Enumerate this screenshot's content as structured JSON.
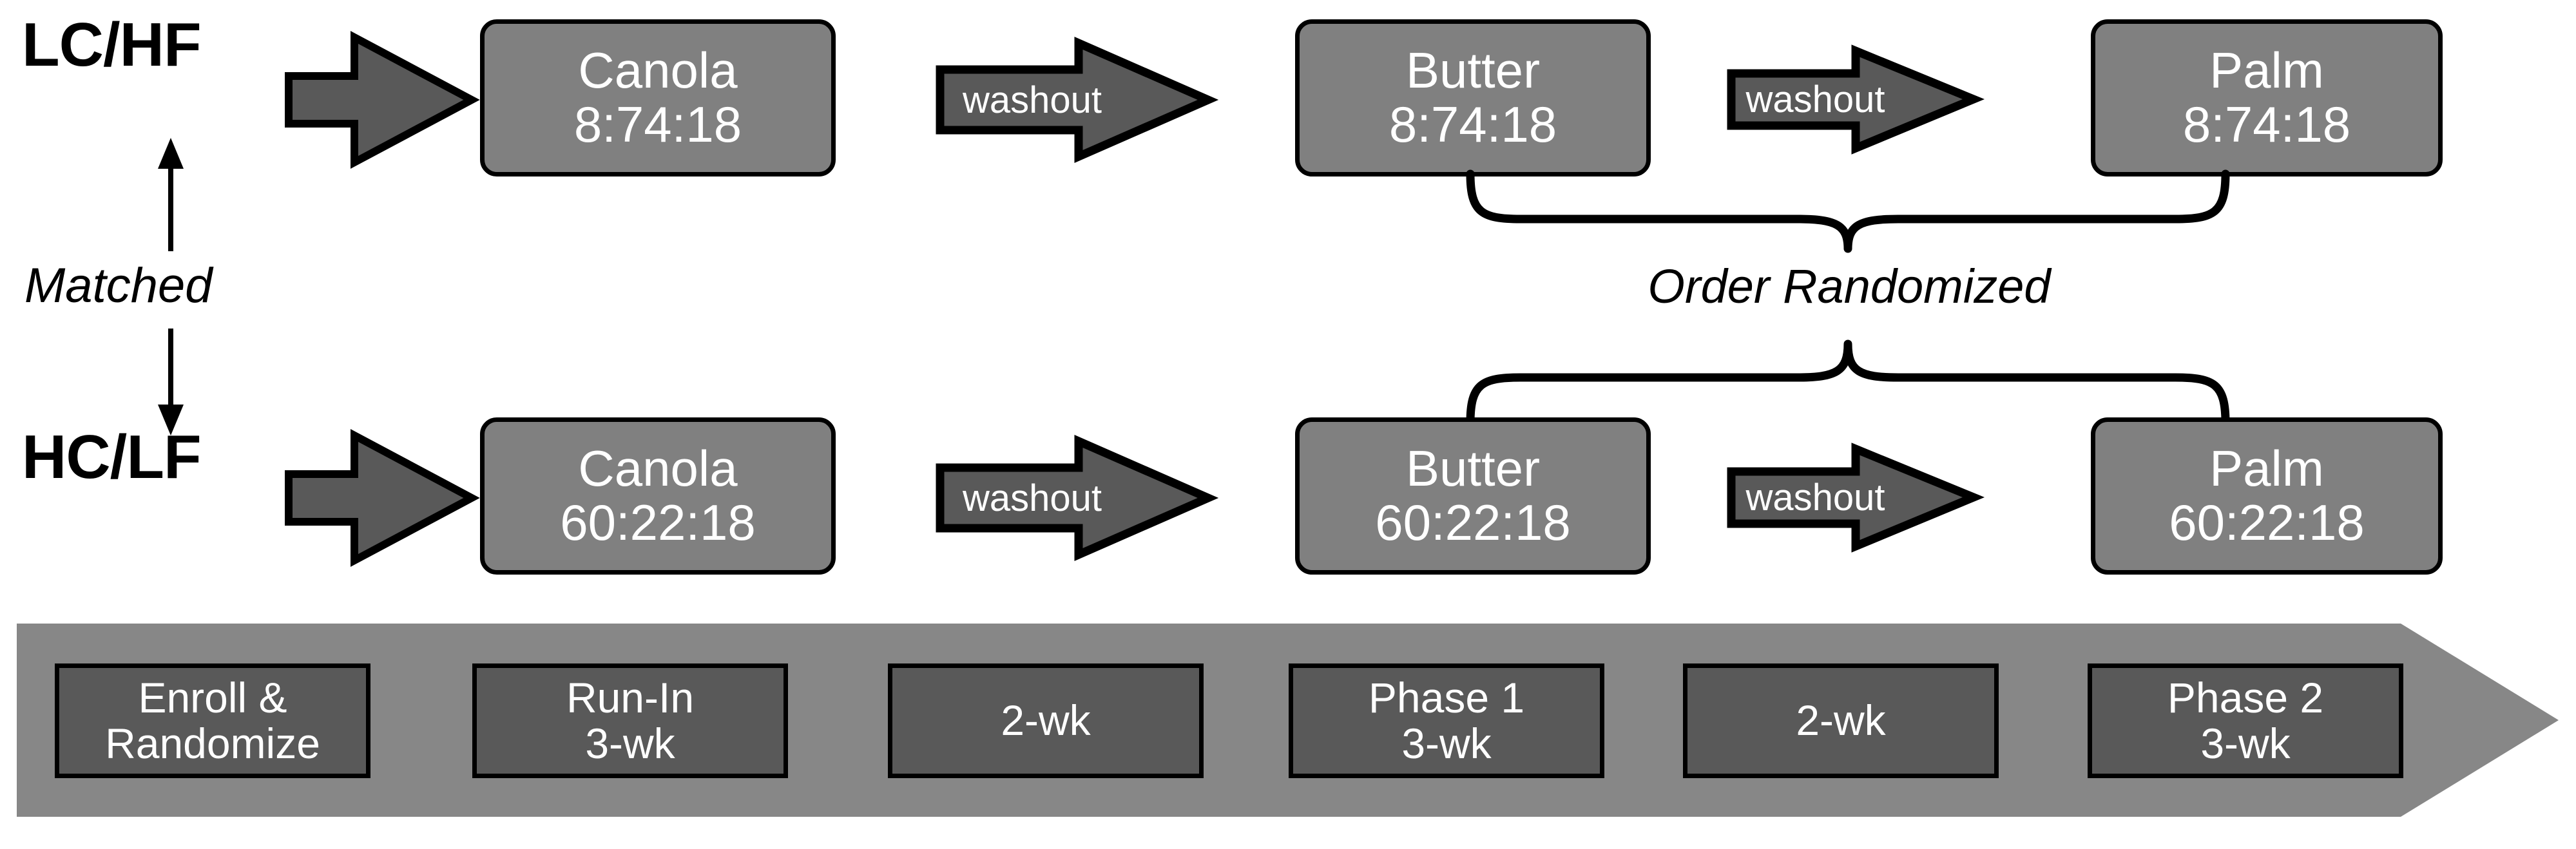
{
  "diagram": {
    "title_hidden": "",
    "colors": {
      "box_fill": "#808080",
      "arrow_fill": "#595959",
      "timeline_bar": "#878787",
      "timeline_box": "#595959",
      "outline": "#000000",
      "box_text": "#ffffff"
    },
    "arms": [
      {
        "id": "lc-hf",
        "label": "LC/HF",
        "entry_arrow": "big-right-arrow",
        "boxes": [
          {
            "name": "Canola",
            "ratio": "8:74:18"
          },
          {
            "name": "Butter",
            "ratio": "8:74:18"
          },
          {
            "name": "Palm",
            "ratio": "8:74:18"
          }
        ],
        "washout_labels": [
          "washout",
          "washout"
        ]
      },
      {
        "id": "hc-lf",
        "label": "HC/LF",
        "entry_arrow": "big-right-arrow",
        "boxes": [
          {
            "name": "Canola",
            "ratio": "60:22:18"
          },
          {
            "name": "Butter",
            "ratio": "60:22:18"
          },
          {
            "name": "Palm",
            "ratio": "60:22:18"
          }
        ],
        "washout_labels": [
          "washout",
          "washout"
        ]
      }
    ],
    "annotations": {
      "matched": "Matched",
      "order_randomized": "Order Randomized"
    },
    "timeline": {
      "steps": [
        {
          "line1": "Enroll &",
          "line2": "Randomize"
        },
        {
          "line1": "Run-In",
          "line2": "3-wk"
        },
        {
          "line1": "2-wk",
          "line2": ""
        },
        {
          "line1": "Phase 1",
          "line2": "3-wk"
        },
        {
          "line1": "2-wk",
          "line2": ""
        },
        {
          "line1": "Phase 2",
          "line2": "3-wk"
        }
      ]
    }
  }
}
